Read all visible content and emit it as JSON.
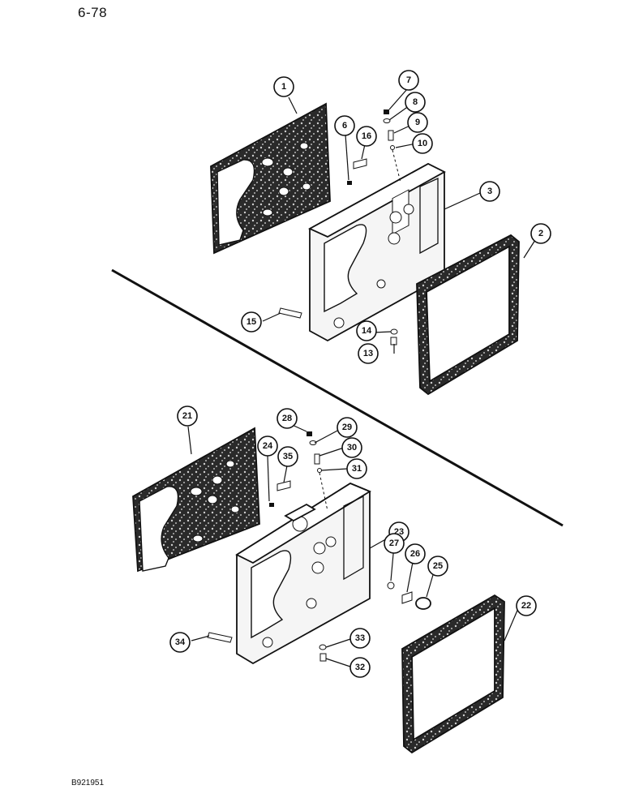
{
  "page_number": "6-78",
  "figure_code": "B921951",
  "callouts": [
    "1",
    "2",
    "3",
    "6",
    "7",
    "8",
    "9",
    "10",
    "13",
    "14",
    "15",
    "16",
    "21",
    "22",
    "23",
    "24",
    "25",
    "26",
    "27",
    "28",
    "29",
    "30",
    "31",
    "32",
    "33",
    "34",
    "35"
  ]
}
